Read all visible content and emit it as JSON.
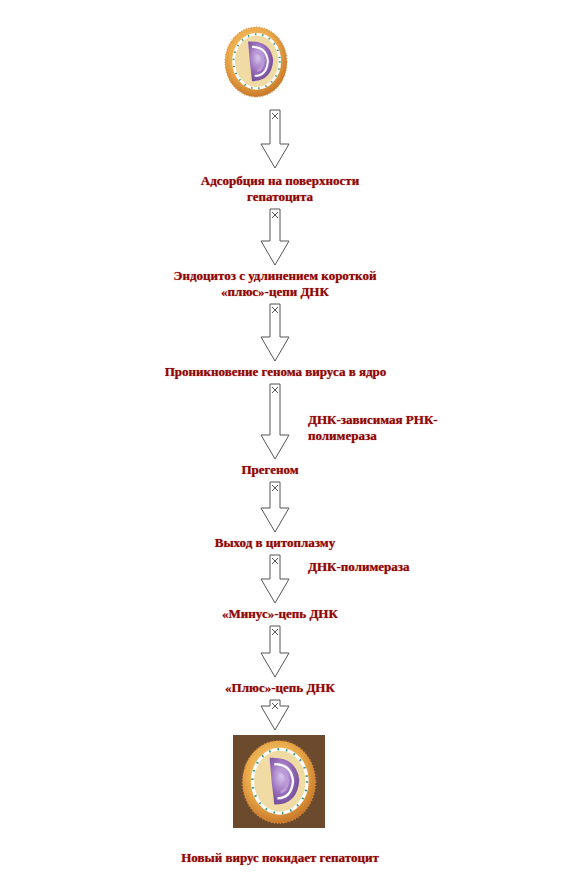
{
  "diagram": {
    "nodes": [
      {
        "text": [
          "Адсорбция на поверхности гепатоцита"
        ]
      },
      {
        "text": [
          "Эндоцитоз с удлинением короткой «плюс»-цепи ДНК"
        ]
      },
      {
        "text": [
          "Проникновение генома вируса в ядро"
        ]
      },
      {
        "text": [
          "Прегеном"
        ]
      },
      {
        "text": [
          "Выход в цитоплазму"
        ]
      },
      {
        "text": [
          "«Минус»-цепь ДНК"
        ]
      },
      {
        "text": [
          "«Плюс»-цепь ДНК"
        ]
      },
      {
        "text": [
          "Новый вирус покидает гепатоцит"
        ]
      }
    ],
    "edges": [
      {
        "from": 0,
        "to": 1,
        "arrow": "to"
      },
      {
        "from": 1,
        "to": 2,
        "arrow": "to"
      },
      {
        "from": 2,
        "to": 3,
        "label": "ДНК-зависимая РНК-полимераза",
        "arrow": "to"
      },
      {
        "from": 3,
        "to": 4,
        "arrow": "to"
      },
      {
        "from": 4,
        "to": 5,
        "label": "ДНК-полимераза",
        "arrow": "to"
      },
      {
        "from": 5,
        "to": 6,
        "arrow": "to"
      },
      {
        "from": 6,
        "to": 7,
        "arrow": "to"
      }
    ]
  }
}
